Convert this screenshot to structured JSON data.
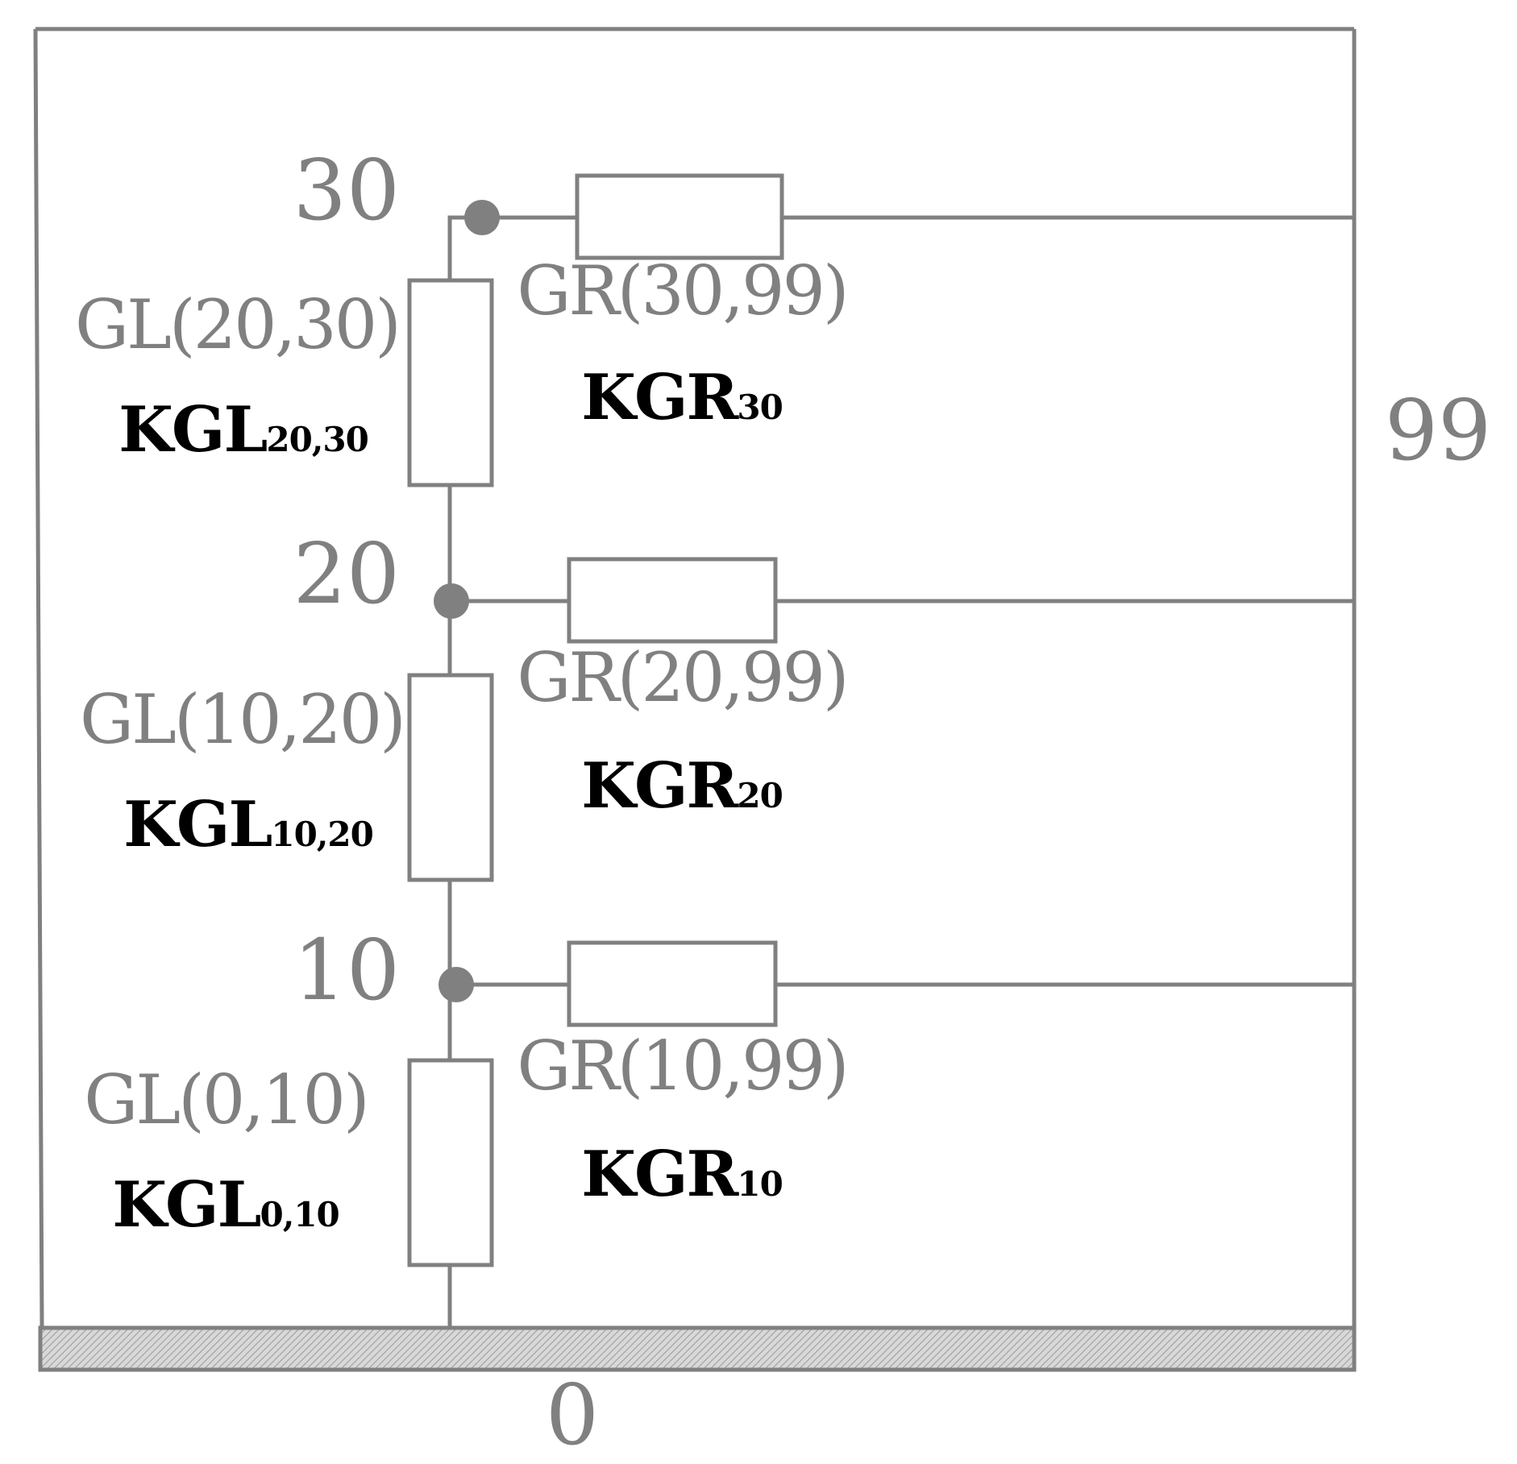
{
  "colors": {
    "line": "#808080",
    "text_gray": "#808080",
    "text_black": "#000000",
    "ground_hatch": "#b0b0b0"
  },
  "nodes": {
    "n30": "30",
    "n20": "20",
    "n10": "10",
    "n99": "99",
    "n0": "0"
  },
  "left_resistors": [
    {
      "g_label": "GL(20,30)",
      "k_main": "KGL",
      "k_sub": "20,30"
    },
    {
      "g_label": "GL(10,20)",
      "k_main": "KGL",
      "k_sub": "10,20"
    },
    {
      "g_label": "GL(0,10)",
      "k_main": "KGL",
      "k_sub": "0,10"
    }
  ],
  "right_resistors": [
    {
      "g_label": "GR(30,99)",
      "k_main": "KGR",
      "k_sub": "30"
    },
    {
      "g_label": "GR(20,99)",
      "k_main": "KGR",
      "k_sub": "20"
    },
    {
      "g_label": "GR(10,99)",
      "k_main": "KGR",
      "k_sub": "10"
    }
  ]
}
